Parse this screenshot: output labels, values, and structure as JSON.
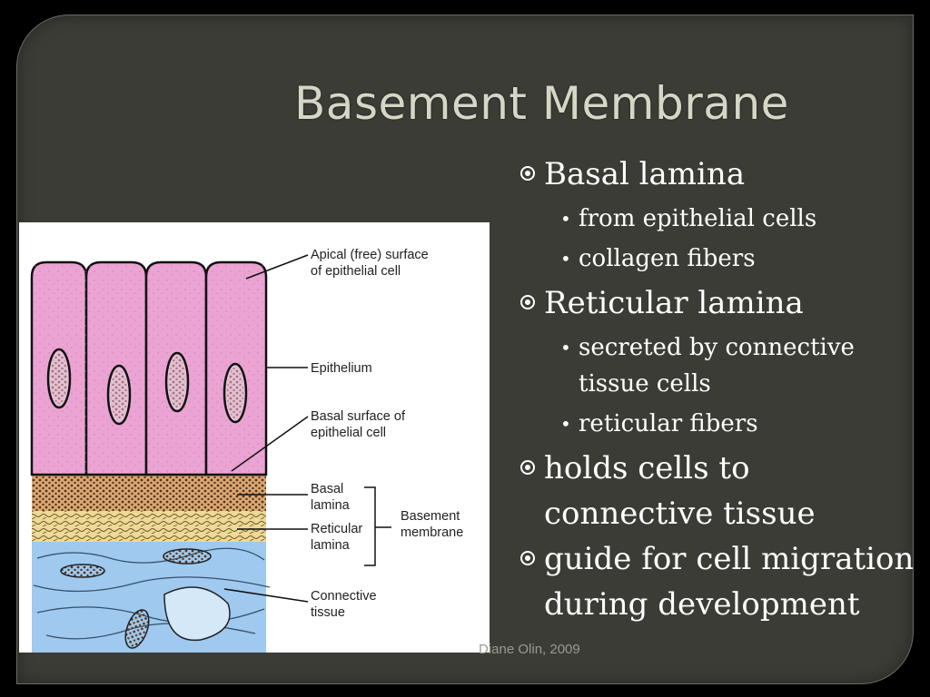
{
  "slide": {
    "title": "Basement Membrane",
    "bullets": [
      {
        "text": "Basal lamina",
        "sub": [
          " from epithelial cells",
          "collagen fibers"
        ]
      },
      {
        "text": "Reticular lamina",
        "sub": [
          "secreted by connective tissue cells",
          "reticular fibers"
        ]
      },
      {
        "text": "holds cells to connective tissue",
        "sub": []
      },
      {
        "text": "guide for cell migration during development",
        "sub": []
      }
    ],
    "credit": "Diane Olin, 2009"
  },
  "figure": {
    "labels": {
      "apical_1": "Apical (free) surface",
      "apical_2": "of epithelial cell",
      "epithelium": "Epithelium",
      "basal_surface_1": "Basal surface of",
      "basal_surface_2": "epithelial cell",
      "basal_lamina_1": "Basal",
      "basal_lamina_2": "lamina",
      "reticular_lamina_1": "Reticular",
      "reticular_lamina_2": "lamina",
      "basement_membrane_1": "Basement",
      "basement_membrane_2": "membrane",
      "connective_1": "Connective",
      "connective_2": "tissue"
    },
    "colors": {
      "cell": "#eba3d3",
      "basal_lamina": "#d9a874",
      "reticular_lamina": "#eed996",
      "connective": "#9fc9ee"
    }
  }
}
